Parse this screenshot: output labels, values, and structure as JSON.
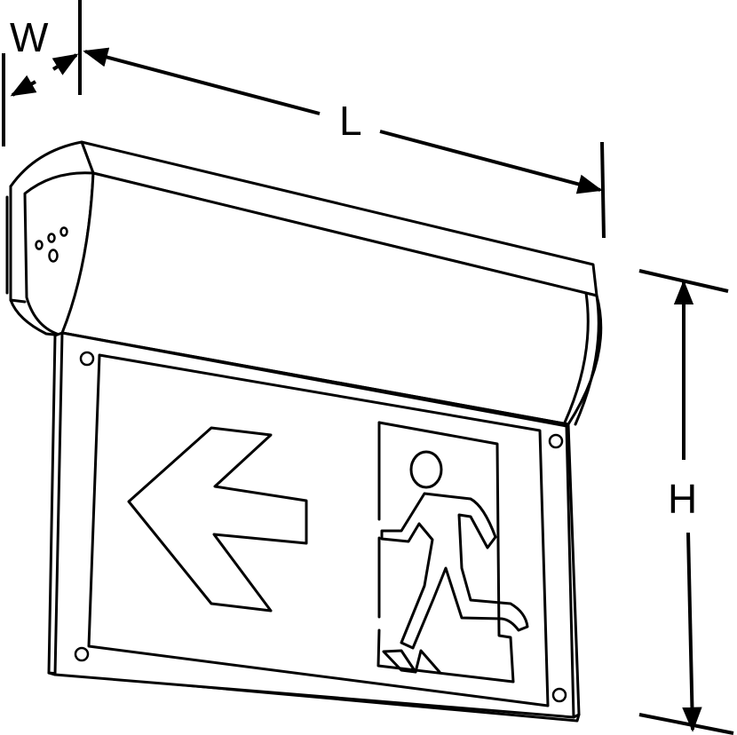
{
  "dimensions": {
    "width_label": "W",
    "length_label": "L",
    "height_label": "H"
  },
  "icons": [
    "left-arrow-icon",
    "running-man-icon"
  ],
  "colors": {
    "line": "#000000",
    "background": "#ffffff"
  }
}
